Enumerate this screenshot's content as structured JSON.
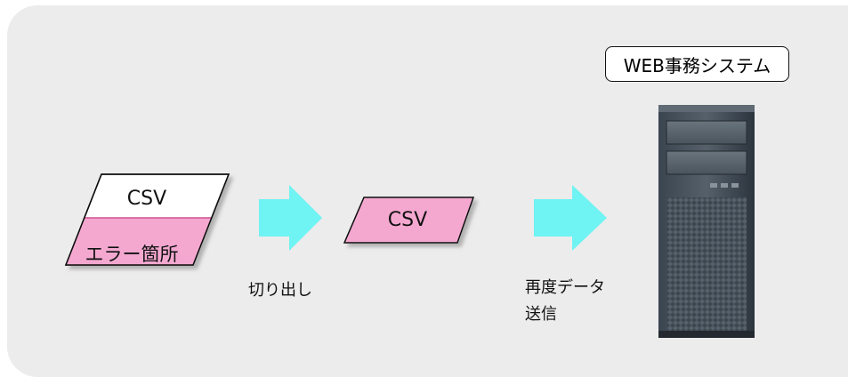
{
  "csv_error_shape": {
    "top_label": "CSV",
    "bottom_label": "エラー箇所"
  },
  "step1_label": "切り出し",
  "csv_extracted_label": "CSV",
  "step2_label_line1": "再度データ",
  "step2_label_line2": "送信",
  "system_label": "WEB事務システム",
  "colors": {
    "panel_bg": "#ececec",
    "pink": "#f4a8d0",
    "arrow": "#6ff3f3",
    "server_dark": "#2f3a44"
  }
}
